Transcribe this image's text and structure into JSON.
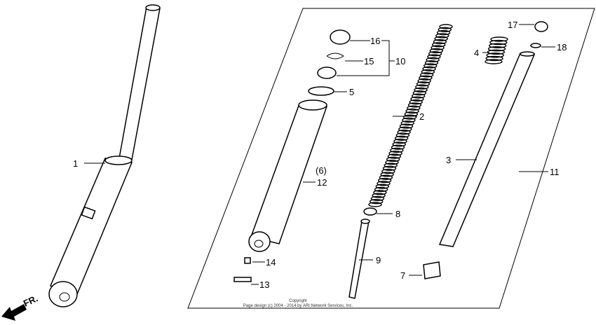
{
  "diagram": {
    "parts": [
      {
        "num": "1"
      },
      {
        "num": "2"
      },
      {
        "num": "3"
      },
      {
        "num": "4"
      },
      {
        "num": "5"
      },
      {
        "num": "(6)"
      },
      {
        "num": "7"
      },
      {
        "num": "8"
      },
      {
        "num": "9"
      },
      {
        "num": "10"
      },
      {
        "num": "11"
      },
      {
        "num": "12"
      },
      {
        "num": "13"
      },
      {
        "num": "14"
      },
      {
        "num": "15"
      },
      {
        "num": "16"
      },
      {
        "num": "17"
      },
      {
        "num": "18"
      }
    ],
    "direction_label": "FR.",
    "copyright_line1": "Copyright",
    "copyright_line2": "Page design (c) 2004 - 2014 by ARI Network Services, Inc."
  }
}
